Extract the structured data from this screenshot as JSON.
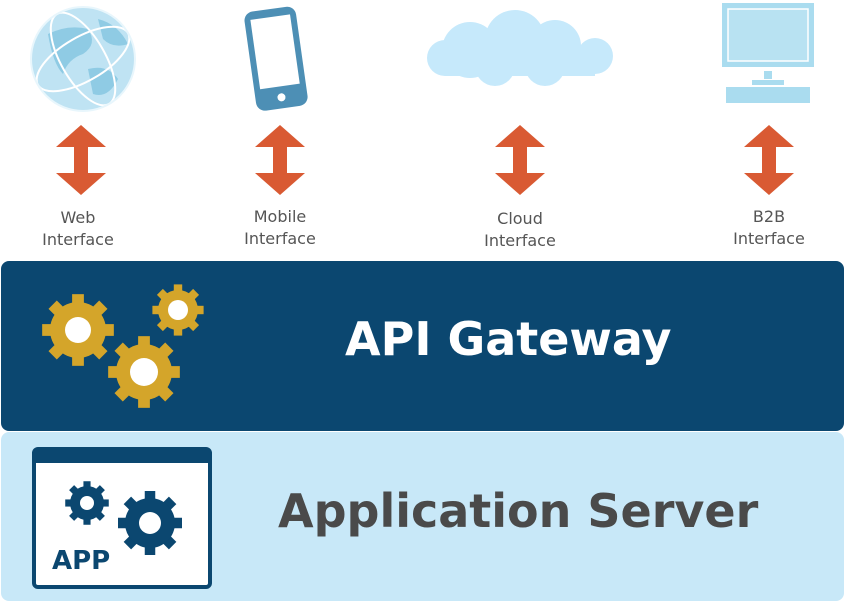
{
  "interfaces": [
    {
      "label_line1": "Web",
      "label_line2": "Interface",
      "icon": "globe-icon"
    },
    {
      "label_line1": "Mobile",
      "label_line2": "Interface",
      "icon": "smartphone-icon"
    },
    {
      "label_line1": "Cloud",
      "label_line2": "Interface",
      "icon": "cloud-icon"
    },
    {
      "label_line1": "B2B",
      "label_line2": "Interface",
      "icon": "desktop-computer-icon"
    }
  ],
  "gateway": {
    "title": "API Gateway",
    "icon": "gears-icon"
  },
  "app_server": {
    "title": "Application Server",
    "icon_text": "APP",
    "icon": "app-window-icon"
  },
  "colors": {
    "gateway_bg": "#0b4770",
    "app_server_bg": "#c8e8f8",
    "arrow": "#d95a33",
    "gear": "#d4a52a",
    "icon_light": "#aadcef",
    "phone": "#4d8fb5"
  }
}
